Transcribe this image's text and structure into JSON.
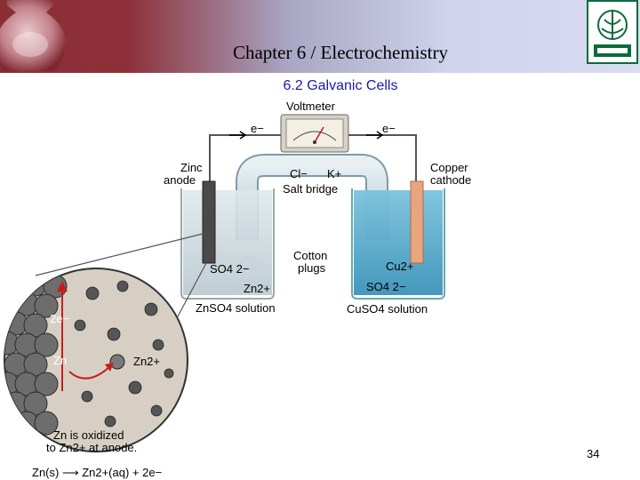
{
  "slide": {
    "title": "Chapter 6 / Electrochemistry",
    "subtitle": "6.2 Galvanic Cells",
    "page_number": "34"
  },
  "diagram": {
    "voltmeter": "Voltmeter",
    "electron_left": "e−",
    "electron_right": "e−",
    "anode_line1": "Zinc",
    "anode_line2": "anode",
    "cathode_line1": "Copper",
    "cathode_line2": "cathode",
    "salt_bridge_ions_cl": "Cl−",
    "salt_bridge_ions_k": "K+",
    "salt_bridge": "Salt bridge",
    "cotton_line1": "Cotton",
    "cotton_line2": "plugs",
    "left_ion_so4": "SO4 2−",
    "left_ion_zn": "Zn2+",
    "right_ion_cu": "Cu2+",
    "right_ion_so4": "SO4 2−",
    "left_solution": "ZnSO4 solution",
    "right_solution": "CuSO4 solution",
    "inset_electrons": "2e−",
    "inset_zn": "Zn",
    "inset_zn_ion": "Zn2+",
    "caption_line1": "Zn is oxidized",
    "caption_line2": "to Zn2+ at anode.",
    "equation": "Zn(s) ⟶ Zn2+(aq) + 2e−"
  },
  "colors": {
    "header_left": "#8a2e36",
    "header_right": "#d9dcf2",
    "subtitle": "#1a1aa6",
    "right_solution": "#4aa3c8",
    "left_solution": "#c9d6dc",
    "copper_electrode": "#e9a57f",
    "zinc_electrode": "#4a4a4a",
    "inset_background": "#d8cfc4"
  }
}
